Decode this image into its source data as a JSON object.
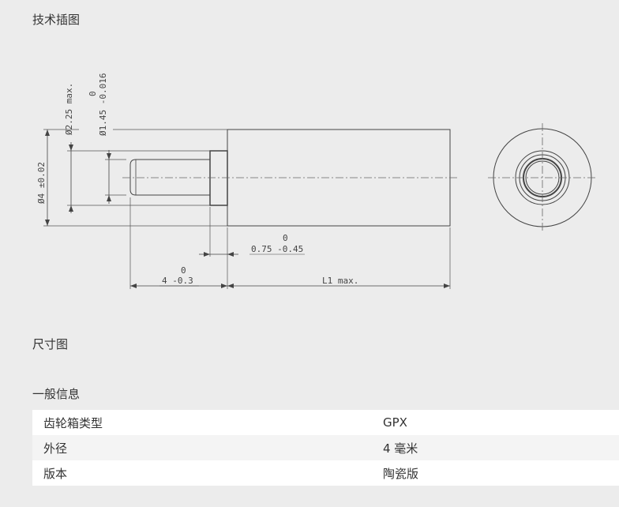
{
  "sections": {
    "illustration_title": "技术插图",
    "dimension_title": "尺寸图",
    "general_title": "一般信息"
  },
  "drawing": {
    "dim_d225": "Ø2.25 max.",
    "dim_d145_top": "0",
    "dim_d145": "Ø1.45 -0.016",
    "dim_d4": "Ø4 ±0.02",
    "dim_075_top": "0",
    "dim_075": "0.75 -0.45",
    "dim_4_top": "0",
    "dim_4": "4 -0.3",
    "dim_l1": "L1 max."
  },
  "general_info": [
    {
      "key": "齿轮箱类型",
      "value": "GPX"
    },
    {
      "key": "外径",
      "value": "4 毫米"
    },
    {
      "key": "版本",
      "value": "陶瓷版"
    }
  ]
}
